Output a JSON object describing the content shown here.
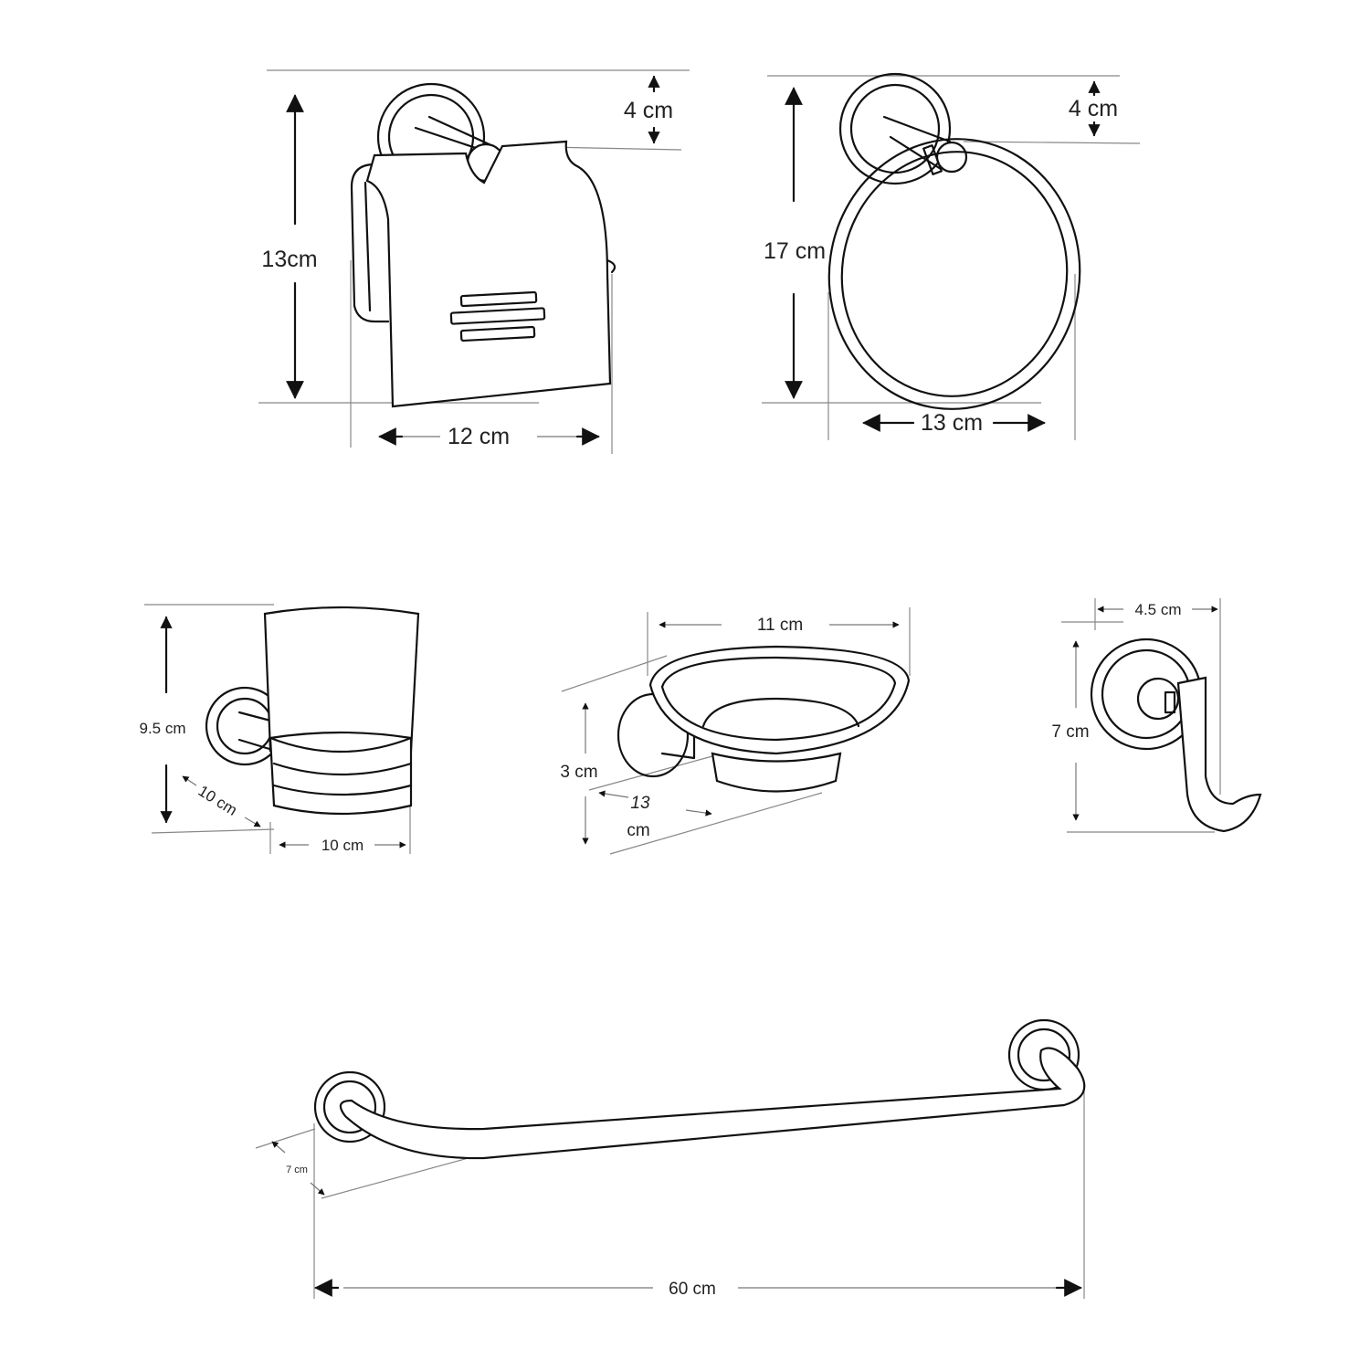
{
  "products": [
    {
      "name": "toilet-paper-holder",
      "height": "13cm",
      "width": "12 cm",
      "depth": "4 cm"
    },
    {
      "name": "towel-ring",
      "height": "17 cm",
      "width": "13 cm",
      "depth": "4 cm"
    },
    {
      "name": "tumbler-holder",
      "height": "9.5 cm",
      "depth": "10 cm",
      "width": "10 cm"
    },
    {
      "name": "soap-dish",
      "width": "11 cm",
      "height": "3 cm",
      "depth_value": "13",
      "depth_unit": "cm"
    },
    {
      "name": "robe-hook",
      "width": "4.5 cm",
      "height": "7 cm"
    },
    {
      "name": "towel-bar",
      "depth": "7 cm",
      "width": "60 cm"
    }
  ],
  "colors": {
    "line": "#111111",
    "dimension": "#888888",
    "background": "#ffffff"
  }
}
